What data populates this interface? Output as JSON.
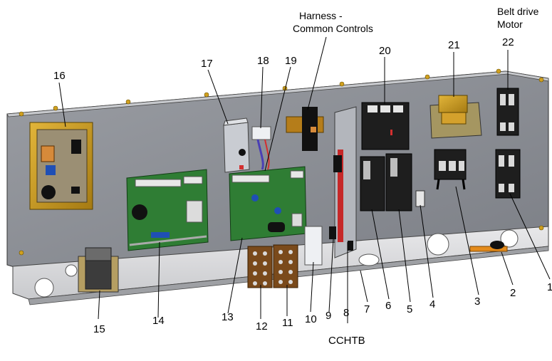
{
  "callouts": {
    "n1": "1",
    "n2": "2",
    "n3": "3",
    "n4": "4",
    "n5": "5",
    "n6": "6",
    "n7": "7",
    "n8": "8",
    "n9": "9",
    "n10": "10",
    "n11": "11",
    "n12": "12",
    "n13": "13",
    "n14": "14",
    "n15": "15",
    "n16": "16",
    "n17": "17",
    "n18": "18",
    "n19": "19",
    "n20": "20",
    "n21": "21",
    "n22": "22"
  },
  "annotations": {
    "harness_line1": "Harness -",
    "harness_line2": "Common Controls",
    "belt_line1": "Belt drive",
    "belt_line2": "Motor",
    "cchtb": "CCHTB"
  },
  "colors": {
    "panel": "#8a8d93",
    "panel_dark": "#6e7178",
    "board_green": "#2e7d32",
    "transformer_brass": "#c89a22",
    "contactor_black": "#1b1b1b"
  }
}
